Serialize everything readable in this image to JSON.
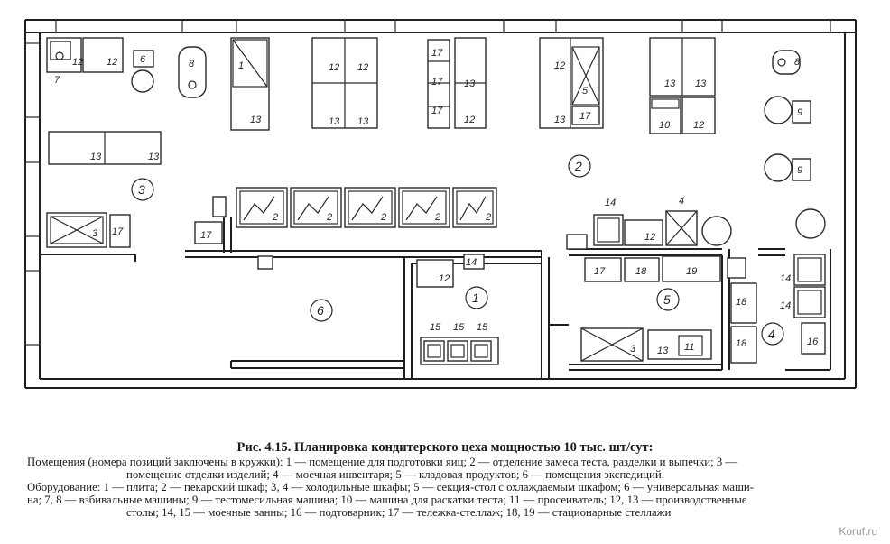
{
  "figure": {
    "caption": "Рис. 4.15. Планировка кондитерского цеха мощностью 10 тыс. шт/сут:",
    "rooms_line1": "Помещения (номера позиций заключены в кружки): 1 — помещение для подготовки яиц; 2 — отделение замеса теста, разделки и выпечки; 3 —",
    "rooms_line2": "помещение отделки изделий; 4 — моечная инвентаря; 5 — кладовая продуктов; 6 — помещения экспедиций.",
    "equip_line1": "Оборудование: 1 — плита; 2 — пекарский шкаф; 3, 4 — холодильные шкафы; 5 — секция-стол с охлаждаемым шкафом; 6 — универсальная маши-",
    "equip_line2": "на; 7, 8 — взбивальные машины; 9 — тестомесильная машина; 10 — машина для раскатки теста; 11 — просеиватель; 12, 13 — производственные",
    "equip_line3": "столы; 14, 15 — моечные ванны; 16 — подтоварник; 17 — тележка-стеллаж; 18, 19 — стационарные стеллажи"
  },
  "rooms": [
    "1",
    "2",
    "3",
    "4",
    "5",
    "6"
  ],
  "equipment_labels": {
    "l1": "1",
    "l2": "2",
    "l3": "3",
    "l4": "4",
    "l5": "5",
    "l6": "6",
    "l7": "7",
    "l8": "8",
    "l9": "9",
    "l10": "10",
    "l11": "11",
    "l12": "12",
    "l13": "13",
    "l14": "14",
    "l15": "15",
    "l16": "16",
    "l17": "17",
    "l18": "18",
    "l19": "19"
  },
  "watermark": "Koruf.ru"
}
